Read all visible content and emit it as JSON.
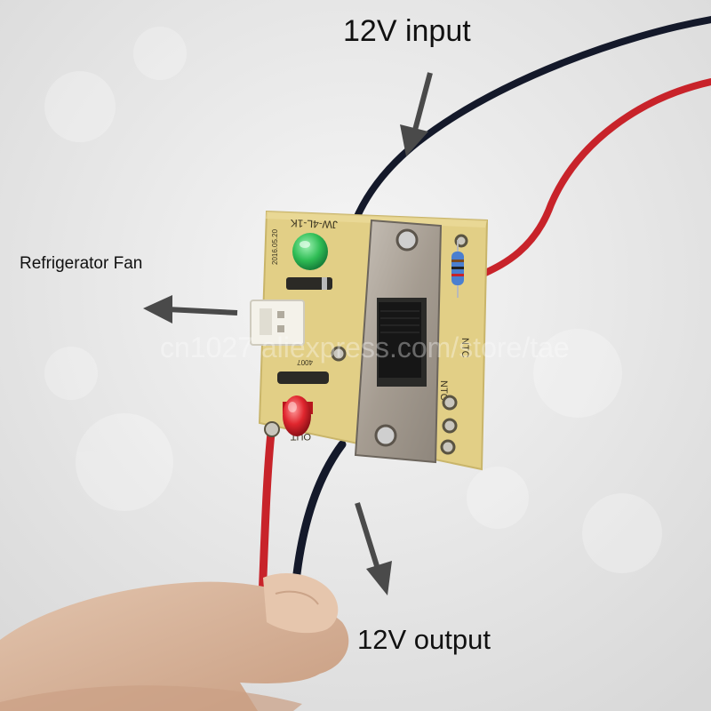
{
  "labels": {
    "input": "12V input",
    "fan": "Refrigerator Fan",
    "output": "12V output"
  },
  "board_silkscreen": {
    "model": "JW-4L-1K",
    "date": "2016.05.20",
    "ntc_a": "NTC",
    "ntc_b": "NTC",
    "out": "OUT",
    "diode": "4007"
  },
  "watermark": "cn1027 aliexpress.com/store/tae",
  "colors": {
    "background": "#ededed",
    "pcb": "#e2cf86",
    "wire_red": "#c8232a",
    "wire_black": "#14192a",
    "switch_metal": "#a59c91",
    "switch_slider": "#161616",
    "led_green": "#2fbd55",
    "led_red": "#e0262e",
    "arrow": "#4a4a4a"
  }
}
